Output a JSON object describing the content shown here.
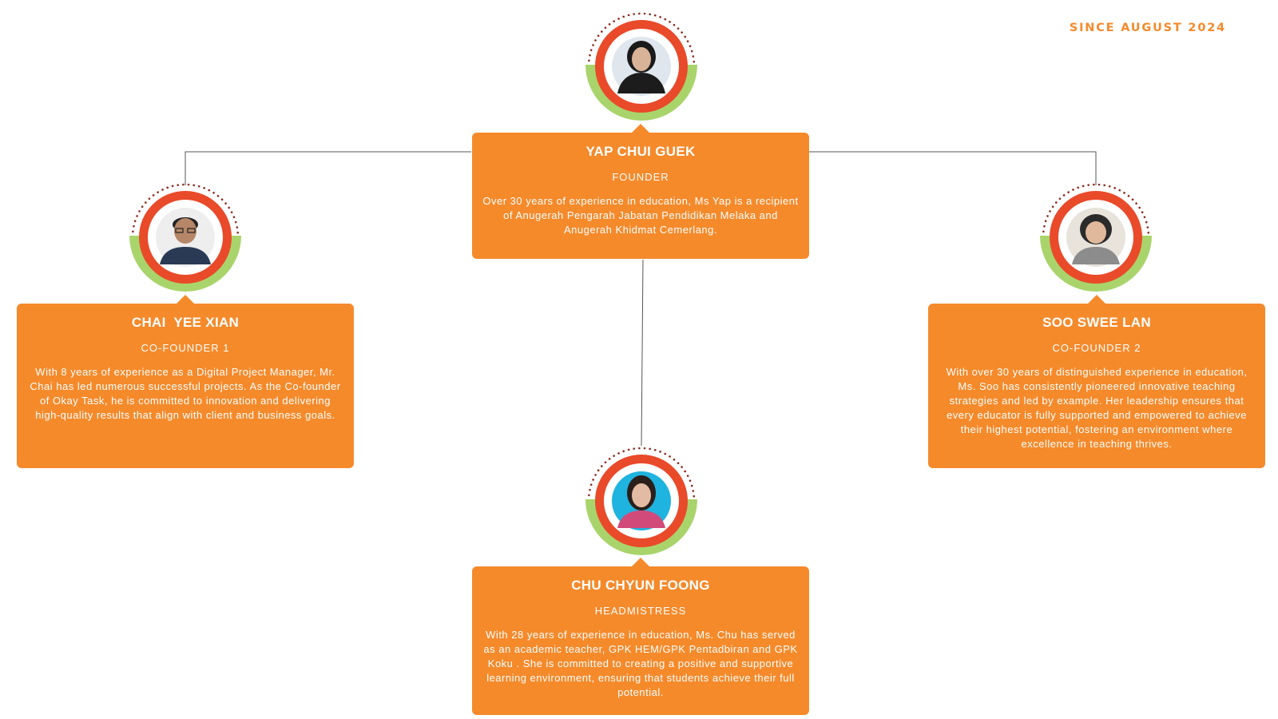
{
  "header": {
    "since": "SINCE AUGUST 2024"
  },
  "colors": {
    "card": "#f58a2b",
    "ring_outer": "#e94a2a",
    "crescent": "#a9d46b",
    "dots": "#8e2a1d",
    "connector": "#555555"
  },
  "people": [
    {
      "id": "founder",
      "name": "YAP CHUI GUEK",
      "role": "FOUNDER",
      "description": "Over 30 years of experience in education, Ms Yap is a recipient of Anugerah Pengarah Jabatan Pendidikan Melaka and Anugerah Khidmat Cemerlang."
    },
    {
      "id": "cofounder1",
      "name": "CHAI  YEE XIAN",
      "role": "CO-FOUNDER 1",
      "description": "With 8 years of experience as a Digital Project Manager, Mr. Chai has led numerous successful projects. As the Co-founder of Okay Task, he is committed to innovation and delivering high-quality results that align with client and business goals."
    },
    {
      "id": "cofounder2",
      "name": "SOO SWEE LAN",
      "role": "CO-FOUNDER 2",
      "description": "With over 30 years of distinguished experience in education, Ms. Soo has consistently pioneered innovative teaching strategies and led by example. Her leadership ensures that every educator is fully supported and empowered to achieve their highest potential, fostering an environment where excellence in teaching thrives."
    },
    {
      "id": "headmistress",
      "name": "CHU CHYUN FOONG",
      "role": "HEADMISTRESS",
      "description": "With 28 years of experience in education, Ms. Chu has served as an academic teacher, GPK HEM/GPK Pentadbiran and GPK Koku . She is committed to creating a positive and supportive learning environment, ensuring that students achieve their full potential."
    }
  ]
}
